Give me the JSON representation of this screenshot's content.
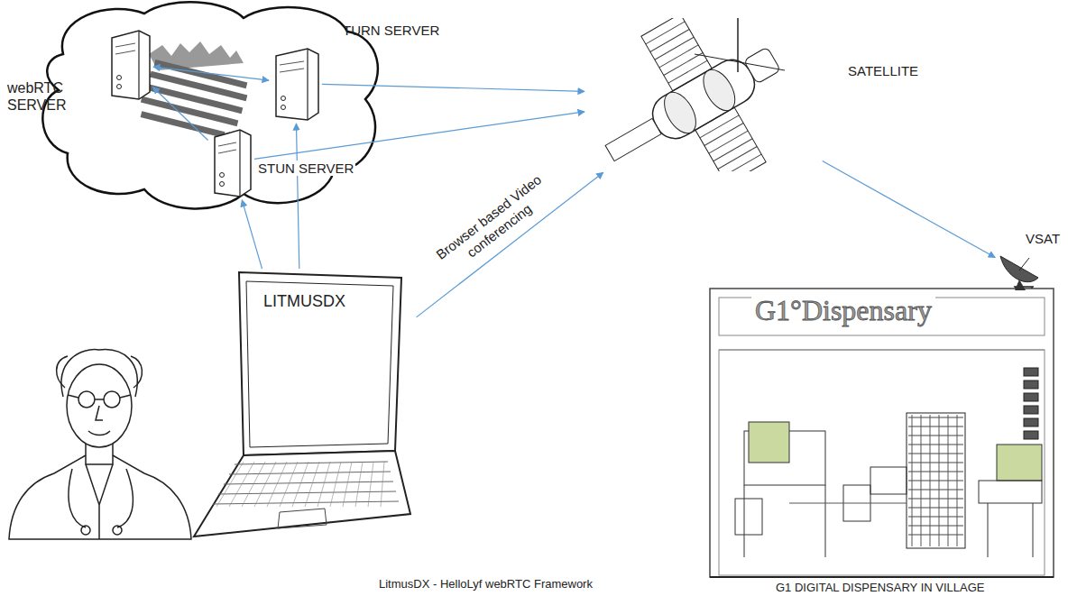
{
  "diagram": {
    "caption": "LitmusDX - HelloLyf webRTC Framework",
    "nodes": [
      {
        "text": [
          "webRTC SERVER"
        ]
      },
      {
        "text": [
          "TURN SERVER"
        ]
      },
      {
        "text": [
          "STUN SERVER"
        ]
      },
      {
        "text": [
          "SATELLITE"
        ]
      },
      {
        "text": [
          "LITMUSDX"
        ]
      },
      {
        "text": [
          "G1°Dispensary",
          "G1 DIGITAL DISPENSARY IN VILLAGE"
        ]
      },
      {
        "text": [
          "VSAT"
        ]
      }
    ],
    "edges": [
      {
        "from": 0,
        "to": 1,
        "arrow": "both"
      },
      {
        "from": 2,
        "to": 0,
        "arrow": "to"
      },
      {
        "from": 1,
        "to": 3,
        "arrow": "to"
      },
      {
        "from": 2,
        "to": 3,
        "arrow": "to"
      },
      {
        "from": 4,
        "to": 1,
        "arrow": "to"
      },
      {
        "from": 4,
        "to": 2,
        "arrow": "to"
      },
      {
        "from": 4,
        "to": 3,
        "label": "Browser based Video conferencing",
        "arrow": "to"
      },
      {
        "from": 3,
        "to": 6,
        "arrow": "to"
      }
    ]
  }
}
